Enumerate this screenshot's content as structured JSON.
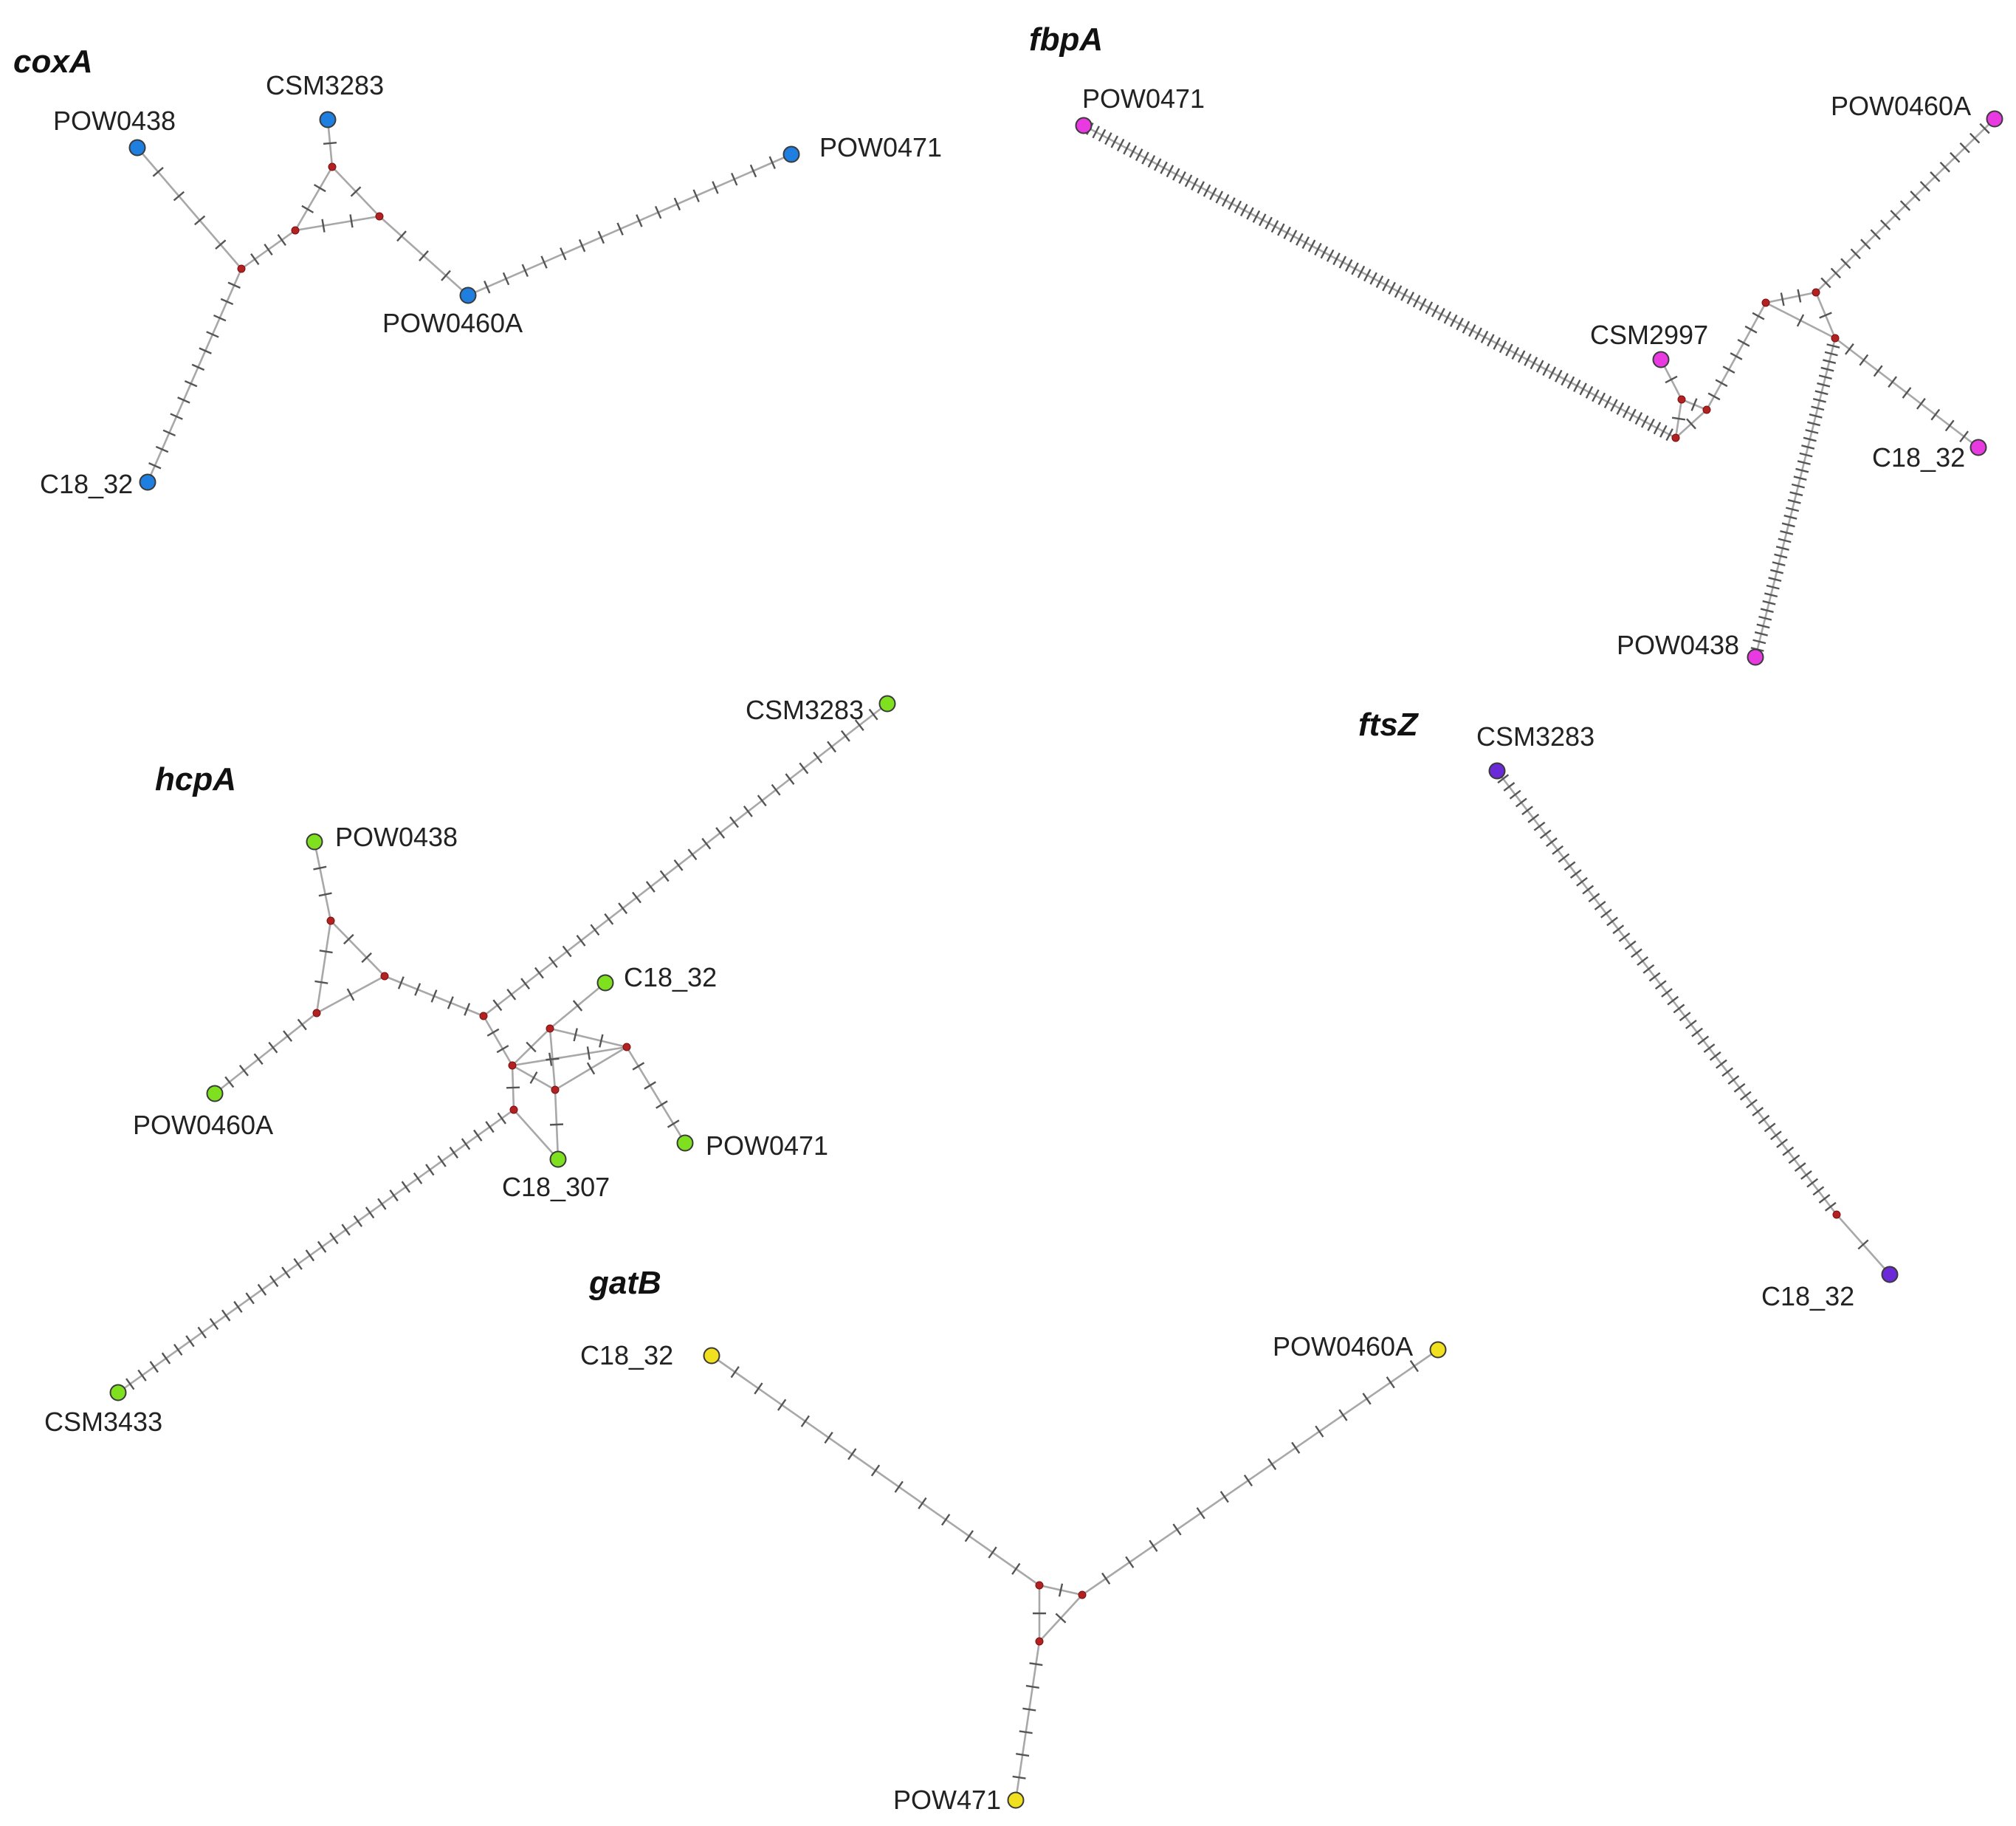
{
  "networks": [
    {
      "name": "coxA",
      "color": "#1e7fe0",
      "nodes": [
        {
          "id": "POW0438",
          "label": "POW0438",
          "sample": true
        },
        {
          "id": "CSM3283",
          "label": "CSM3283",
          "sample": true
        },
        {
          "id": "POW0471",
          "label": "POW0471",
          "sample": true
        },
        {
          "id": "POW0460A",
          "label": "POW0460A",
          "sample": true
        },
        {
          "id": "C18_32",
          "label": "C18_32",
          "sample": true
        },
        {
          "id": "m1",
          "label": "",
          "sample": false
        },
        {
          "id": "m2",
          "label": "",
          "sample": false
        },
        {
          "id": "m3",
          "label": "",
          "sample": false
        },
        {
          "id": "m4",
          "label": "",
          "sample": false
        }
      ],
      "edges": [
        {
          "from": "POW0438",
          "to": "m1",
          "mutations": 4
        },
        {
          "from": "m1",
          "to": "C18_32",
          "mutations": 12
        },
        {
          "from": "m1",
          "to": "m2",
          "mutations": 3
        },
        {
          "from": "CSM3283",
          "to": "m3",
          "mutations": 1
        },
        {
          "from": "m3",
          "to": "m2",
          "mutations": 2
        },
        {
          "from": "m3",
          "to": "m4",
          "mutations": 1
        },
        {
          "from": "m2",
          "to": "m4",
          "mutations": 2
        },
        {
          "from": "m4",
          "to": "POW0460A",
          "mutations": 3
        },
        {
          "from": "POW0460A",
          "to": "POW0471",
          "mutations": 16
        }
      ]
    },
    {
      "name": "fbpA",
      "color": "#e83ae0",
      "nodes": [
        {
          "id": "POW0471",
          "label": "POW0471",
          "sample": true
        },
        {
          "id": "POW0460A",
          "label": "POW0460A",
          "sample": true
        },
        {
          "id": "CSM2997",
          "label": "CSM2997",
          "sample": true
        },
        {
          "id": "C18_32",
          "label": "C18_32",
          "sample": true
        },
        {
          "id": "POW0438",
          "label": "POW0438",
          "sample": true
        },
        {
          "id": "n1",
          "label": "",
          "sample": false
        },
        {
          "id": "n2",
          "label": "",
          "sample": false
        },
        {
          "id": "n3",
          "label": "",
          "sample": false
        },
        {
          "id": "n4",
          "label": "",
          "sample": false
        },
        {
          "id": "n5",
          "label": "",
          "sample": false
        },
        {
          "id": "n6",
          "label": "",
          "sample": false
        }
      ],
      "edges": [
        {
          "from": "POW0471",
          "to": "n1",
          "mutations": 95
        },
        {
          "from": "CSM2997",
          "to": "n2",
          "mutations": 1
        },
        {
          "from": "n2",
          "to": "n1",
          "mutations": 1
        },
        {
          "from": "n2",
          "to": "n3",
          "mutations": 1
        },
        {
          "from": "n1",
          "to": "n3",
          "mutations": 1
        },
        {
          "from": "n3",
          "to": "n4",
          "mutations": 7
        },
        {
          "from": "n4",
          "to": "n5",
          "mutations": 2
        },
        {
          "from": "n5",
          "to": "POW0460A",
          "mutations": 17
        },
        {
          "from": "n4",
          "to": "n6",
          "mutations": 1
        },
        {
          "from": "n5",
          "to": "n6",
          "mutations": 1
        },
        {
          "from": "n6",
          "to": "C18_32",
          "mutations": 9
        },
        {
          "from": "n6",
          "to": "POW0438",
          "mutations": 40
        }
      ]
    },
    {
      "name": "hcpA",
      "color": "#7fe020",
      "nodes": [
        {
          "id": "CSM3283",
          "label": "CSM3283",
          "sample": true
        },
        {
          "id": "POW0438",
          "label": "POW0438",
          "sample": true
        },
        {
          "id": "C18_32",
          "label": "C18_32",
          "sample": true
        },
        {
          "id": "POW0460A",
          "label": "POW0460A",
          "sample": true
        },
        {
          "id": "POW0471",
          "label": "POW0471",
          "sample": true
        },
        {
          "id": "C18_307",
          "label": "C18_307",
          "sample": true
        },
        {
          "id": "CSM3433",
          "label": "CSM3433",
          "sample": true
        },
        {
          "id": "h1",
          "label": "",
          "sample": false
        },
        {
          "id": "h2",
          "label": "",
          "sample": false
        },
        {
          "id": "h3",
          "label": "",
          "sample": false
        },
        {
          "id": "h4",
          "label": "",
          "sample": false
        },
        {
          "id": "h5",
          "label": "",
          "sample": false
        },
        {
          "id": "h6",
          "label": "",
          "sample": false
        },
        {
          "id": "h7",
          "label": "",
          "sample": false
        },
        {
          "id": "h8",
          "label": "",
          "sample": false
        },
        {
          "id": "h9",
          "label": "",
          "sample": false
        }
      ],
      "edges": [
        {
          "from": "POW0438",
          "to": "h1",
          "mutations": 2
        },
        {
          "from": "h1",
          "to": "h2",
          "mutations": 2
        },
        {
          "from": "h1",
          "to": "h3",
          "mutations": 2
        },
        {
          "from": "h3",
          "to": "h2",
          "mutations": 1
        },
        {
          "from": "h2",
          "to": "POW0460A",
          "mutations": 6
        },
        {
          "from": "h3",
          "to": "h4",
          "mutations": 5
        },
        {
          "from": "h4",
          "to": "CSM3283",
          "mutations": 28
        },
        {
          "from": "h4",
          "to": "h5",
          "mutations": 2
        },
        {
          "from": "h5",
          "to": "h6",
          "mutations": 1
        },
        {
          "from": "h5",
          "to": "h7",
          "mutations": 2
        },
        {
          "from": "h6",
          "to": "h7",
          "mutations": 2
        },
        {
          "from": "h6",
          "to": "C18_32",
          "mutations": 1
        },
        {
          "from": "h5",
          "to": "h8",
          "mutations": 1
        },
        {
          "from": "h6",
          "to": "h8",
          "mutations": 1
        },
        {
          "from": "h7",
          "to": "h8",
          "mutations": 1
        },
        {
          "from": "h7",
          "to": "POW0471",
          "mutations": 4
        },
        {
          "from": "h8",
          "to": "C18_307",
          "mutations": 1
        },
        {
          "from": "h5",
          "to": "h9",
          "mutations": 1
        },
        {
          "from": "h9",
          "to": "C18_307",
          "mutations": 0
        },
        {
          "from": "h9",
          "to": "CSM3433",
          "mutations": 32
        }
      ]
    },
    {
      "name": "ftsZ",
      "color": "#6a2ad8",
      "nodes": [
        {
          "id": "CSM3283",
          "label": "CSM3283",
          "sample": true
        },
        {
          "id": "C18_32",
          "label": "C18_32",
          "sample": true
        },
        {
          "id": "f1",
          "label": "",
          "sample": false
        }
      ],
      "edges": [
        {
          "from": "CSM3283",
          "to": "f1",
          "mutations": 55
        },
        {
          "from": "f1",
          "to": "C18_32",
          "mutations": 1
        }
      ]
    },
    {
      "name": "gatB",
      "color": "#f0e020",
      "nodes": [
        {
          "id": "C18_32",
          "label": "C18_32",
          "sample": true
        },
        {
          "id": "POW0460A",
          "label": "POW0460A",
          "sample": true
        },
        {
          "id": "POW471",
          "label": "POW471",
          "sample": true
        },
        {
          "id": "g1",
          "label": "",
          "sample": false
        },
        {
          "id": "g2",
          "label": "",
          "sample": false
        },
        {
          "id": "g3",
          "label": "",
          "sample": false
        }
      ],
      "edges": [
        {
          "from": "C18_32",
          "to": "g1",
          "mutations": 13
        },
        {
          "from": "POW0460A",
          "to": "g2",
          "mutations": 14
        },
        {
          "from": "g1",
          "to": "g2",
          "mutations": 1
        },
        {
          "from": "g1",
          "to": "g3",
          "mutations": 1
        },
        {
          "from": "g2",
          "to": "g3",
          "mutations": 1
        },
        {
          "from": "g3",
          "to": "POW471",
          "mutations": 6
        }
      ]
    }
  ]
}
